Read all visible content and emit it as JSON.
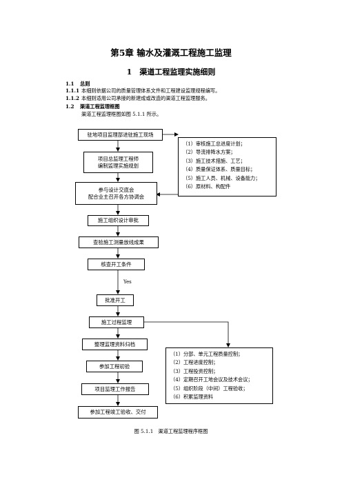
{
  "chapter_title": "第5章 输水及灌溉工程施工监理",
  "section_title": "1　渠道工程监理实施细则",
  "sections": [
    {
      "num": "1.1",
      "title": "总则"
    },
    {
      "num": "1.2",
      "title": "渠道工程监理框图"
    }
  ],
  "clauses": [
    {
      "num": "1.1.1",
      "text": "本细则依据公司的质量管理体系文件和工程建设监理规程编写。"
    },
    {
      "num": "1.1.2",
      "text": "本细则适用公司承接的新建成或改造的渠道工程监理服务。"
    }
  ],
  "intro": "渠道工程监理框图如图 5.1.1 所示。",
  "flow": {
    "step1": "驻地项目监理部进驻施工现场",
    "step2_line1": "项目总监理工程师",
    "step2_line2": "编制监理实施规划",
    "step3_line1": "参与设计交底会",
    "step3_line2": "配合业主召开各方协调会",
    "step4": "施工组织设计审批",
    "step5": "查验施工测量放线成果",
    "step6": "核查开工条件",
    "yes_label": "Yes",
    "step7": "批准开工",
    "step8": "施工过程监理",
    "step9": "整理监理资料归档",
    "step10": "参加工程初验",
    "step11": "项目监理工作报告",
    "step12": "参加工程竣工验收、交付"
  },
  "notes_upper": [
    "（1）审核施工总进度计划；",
    "（2）导流排降水方案；",
    "（3）施工技术措施、工艺；",
    "（4）质量保证体系、质量目标；",
    "（5）施工人员、机械、设备能力；",
    "（6）原材料、构配件"
  ],
  "notes_lower": [
    "（1）分部、单元工程质量控制；",
    "（2）工程进度控制；",
    "（3）工程投资控制；",
    "（4）定期召开工地会议及技术会议；",
    "（5）组织阶段（中间）工程验收；",
    "（6）积累监理资料"
  ],
  "caption": "图 5.1.1　渠道工程监理程序框图"
}
